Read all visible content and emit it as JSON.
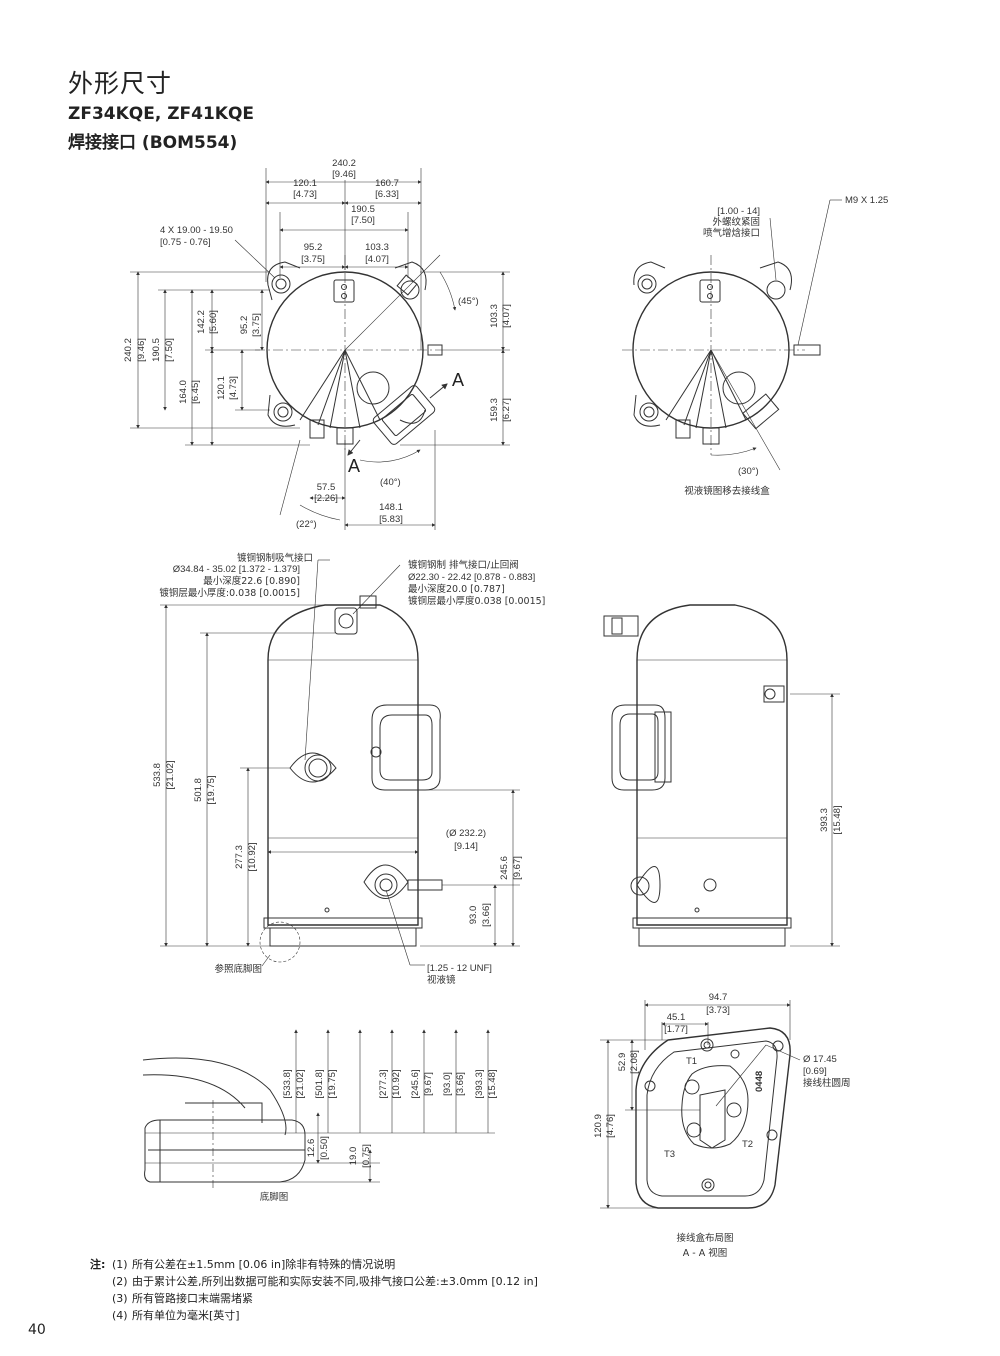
{
  "header": {
    "title": "外形尺寸",
    "models": "ZF34KQE, ZF41KQE",
    "connection": "焊接接口 (BOM554)"
  },
  "top_view": {
    "dims": {
      "d240_2": "240.2",
      "d240_2_in": "[9.46]",
      "d120_1": "120.1",
      "d120_1_in": "[4.73]",
      "d160_7": "160.7",
      "d160_7_in": "[6.33]",
      "d190_5": "190.5",
      "d190_5_in": "[7.50]",
      "d95_2": "95.2",
      "d95_2_in": "[3.75]",
      "d103_3": "103.3",
      "d103_3_in": "[4.07]",
      "holes": "4 X 19.00 - 19.50",
      "holes_in": "[0.75 - 0.76]",
      "a45": "(45°)",
      "v240_2": "240.2",
      "v240_2_in": "[9.46]",
      "v190_5": "190.5",
      "v190_5_in": "[7.50]",
      "v164_0": "164.0",
      "v164_0_in": "[6.45]",
      "v142_2": "142.2",
      "v142_2_in": "[5.60]",
      "v120_1": "120.1",
      "v120_1_in": "[4.73]",
      "v95_2": "95.2",
      "v95_2_in": "[3.75]",
      "r103_3": "103.3",
      "r103_3_in": "[4.07]",
      "r159_3": "159.3",
      "r159_3_in": "[6.27]",
      "a40": "(40°)",
      "b57_5": "57.5",
      "b57_5_in": "[2.26]",
      "b148_1": "148.1",
      "b148_1_in": "[5.83]",
      "a22": "(22°)",
      "section": "A"
    }
  },
  "top_right_view": {
    "m9": "M9 X 1.25",
    "thread": "[1.00 - 14]",
    "thread_desc1": "外螺纹紧固",
    "thread_desc2": "喷气增焓接口",
    "a30": "(30°)",
    "caption": "视液镜图移去接线盒"
  },
  "front_view": {
    "suction_title": "镀铜钢制吸气接口",
    "suction_d": "Ø34.84 - 35.02 [1.372 - 1.379]",
    "suction_depth": "最小深度22.6 [0.890]",
    "suction_coat": "镀铜层最小厚度:0.038 [0.0015]",
    "discharge_title": "镀铜钢制 排气接口/止回阀",
    "discharge_d": "Ø22.30 - 22.42 [0.878 - 0.883]",
    "discharge_depth": "最小深度20.0 [0.787]",
    "discharge_coat": "镀铜层最小厚度0.038 [0.0015]",
    "h533_8": "533.8",
    "h533_8_in": "[21.02]",
    "h501_8": "501.8",
    "h501_8_in": "[19.75]",
    "h277_3": "277.3",
    "h277_3_in": "[10.92]",
    "dia": "(Ø 232.2)",
    "dia_in": "[9.14]",
    "h245_6": "245.6",
    "h245_6_in": "[9.67]",
    "h93_0": "93.0",
    "h93_0_in": "[3.66]",
    "foot_ref": "参照底脚图",
    "unf": "[1.25 - 12 UNF]",
    "sight_glass": "视液镜"
  },
  "side_view": {
    "h393_3": "393.3",
    "h393_3_in": "[15.48]"
  },
  "foot_view": {
    "refs": [
      {
        "v": "[533.8]",
        "in": "[21.02]"
      },
      {
        "v": "[501.8]",
        "in": "[19.75]"
      },
      {
        "v": "[277.3]",
        "in": "[10.92]"
      },
      {
        "v": "[245.6]",
        "in": "[9.67]"
      },
      {
        "v": "[93.0]",
        "in": "[3.66]"
      },
      {
        "v": "[393.3]",
        "in": "[15.48]"
      }
    ],
    "d12_6": "12.6",
    "d12_6_in": "[0.50]",
    "d19_0": "19.0",
    "d19_0_in": "[0.75]",
    "caption": "底脚图"
  },
  "terminal_box": {
    "w94_7": "94.7",
    "w94_7_in": "[3.73]",
    "w45_1": "45.1",
    "w45_1_in": "[1.77]",
    "h52_9": "52.9",
    "h52_9_in": "[2.08]",
    "h120_9": "120.9",
    "h120_9_in": "[4.76]",
    "dia": "Ø 17.45",
    "dia_in": "[0.69]",
    "dia_desc": "接线柱圆周",
    "t1": "T1",
    "t2": "T2",
    "t3": "T3",
    "mark": "0448",
    "caption1": "接线盒布局图",
    "caption2": "A - A 视图"
  },
  "notes": {
    "head": "注:",
    "items": [
      {
        "n": "(1)",
        "t": "所有公差在±1.5mm [0.06 in]除非有特殊的情况说明"
      },
      {
        "n": "(2)",
        "t": "由于累计公差,所列出数据可能和实际安装不同,吸排气接口公差:±3.0mm [0.12 in]"
      },
      {
        "n": "(3)",
        "t": "所有管路接口末端需堵紧"
      },
      {
        "n": "(4)",
        "t": "所有单位为毫米[英寸]"
      }
    ]
  },
  "page_number": "40"
}
